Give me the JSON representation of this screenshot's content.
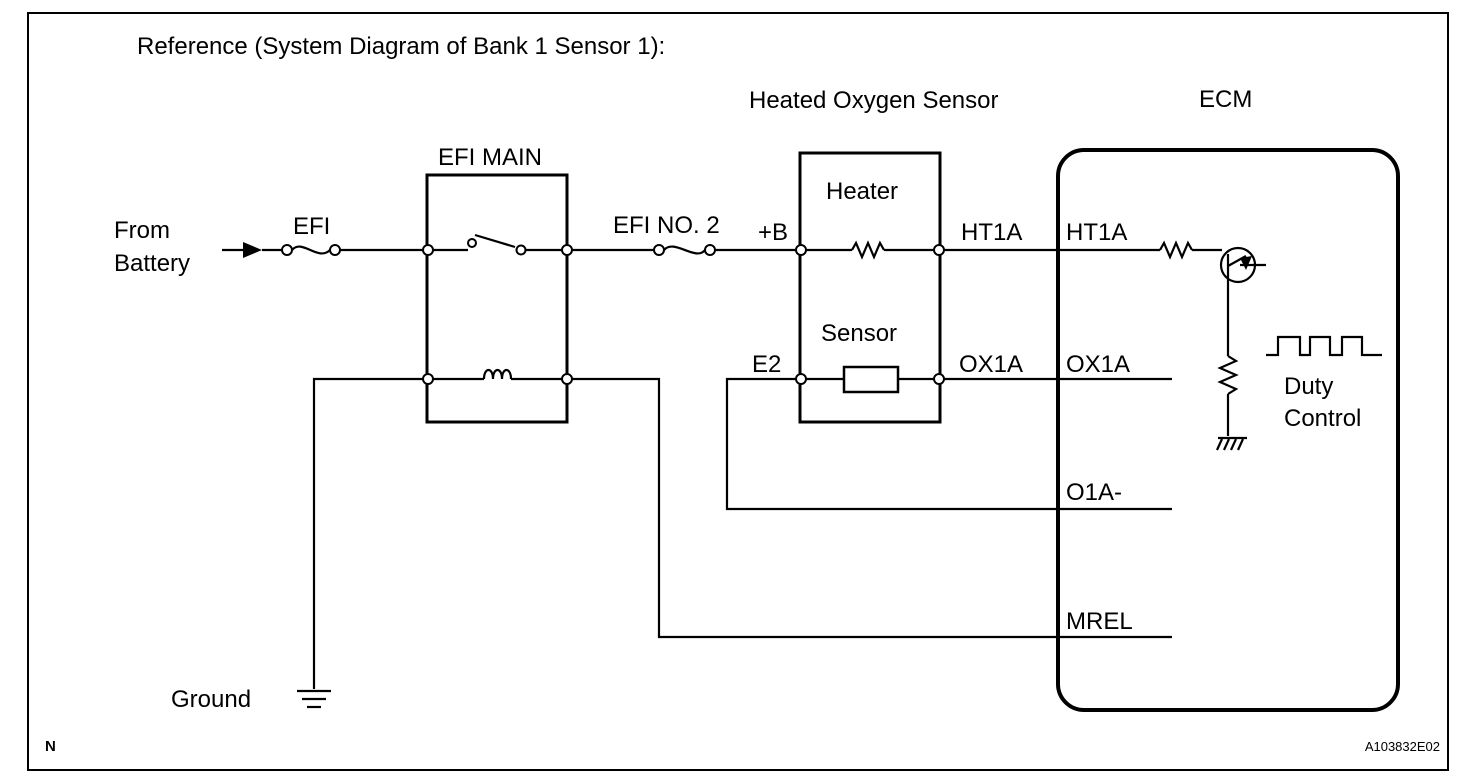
{
  "header": {
    "reference": "Reference (System Diagram of Bank 1 Sensor 1):"
  },
  "components": {
    "heated_oxygen_sensor": "Heated Oxygen Sensor",
    "ecm": "ECM",
    "efi_main": "EFI MAIN",
    "heater": "Heater",
    "sensor": "Sensor"
  },
  "source": {
    "from_line1": "From",
    "from_line2": "Battery"
  },
  "fuses": {
    "efi": "EFI",
    "efi_no2": "EFI NO. 2"
  },
  "pins": {
    "plus_b": "+B",
    "e2": "E2",
    "ht1a_sensor": "HT1A",
    "ox1a_sensor": "OX1A",
    "ht1a_ecm": "HT1A",
    "ox1a_ecm": "OX1A",
    "o1a_minus": "O1A-",
    "mrel": "MREL"
  },
  "ecm_internal": {
    "duty_line1": "Duty",
    "duty_line2": "Control"
  },
  "ground_label": "Ground",
  "footer": {
    "corner_left": "N",
    "figure_id": "A103832E02"
  }
}
